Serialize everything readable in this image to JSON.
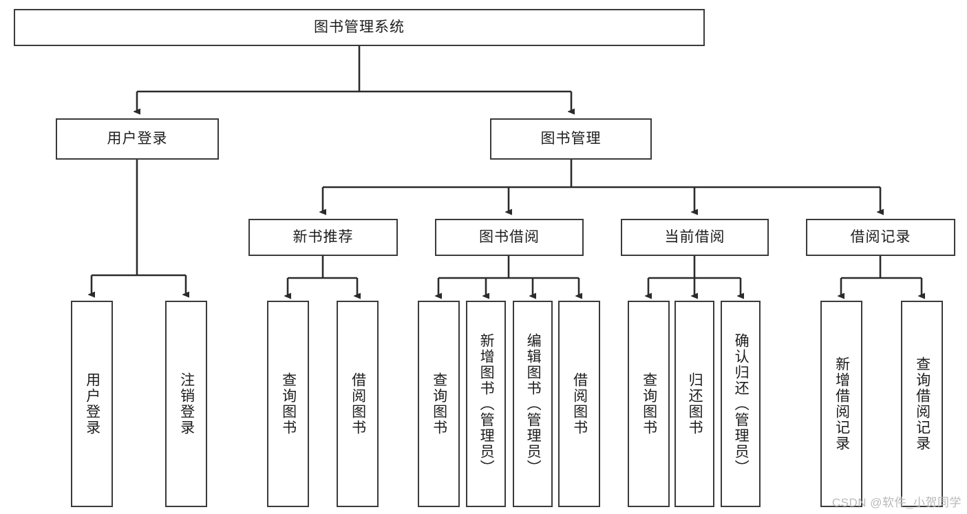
{
  "diagram": {
    "title": "图书管理系统",
    "watermark": "CSDN @软件_小贺同学",
    "colors": {
      "box_border": "#3a3a3a",
      "edge_line": "#2b2b2b",
      "text": "#1d1d1d",
      "background": "#ffffff",
      "watermark": "#b9b9b9"
    },
    "nodes": {
      "root": {
        "label": "图书管理系统",
        "orientation": "horizontal"
      },
      "user_login": {
        "label": "用户登录",
        "orientation": "horizontal"
      },
      "book_manage": {
        "label": "图书管理",
        "orientation": "horizontal"
      },
      "new_book_recommend": {
        "label": "新书推荐",
        "orientation": "horizontal"
      },
      "book_borrow": {
        "label": "图书借阅",
        "orientation": "horizontal"
      },
      "current_borrow": {
        "label": "当前借阅",
        "orientation": "horizontal"
      },
      "borrow_record": {
        "label": "借阅记录",
        "orientation": "horizontal"
      },
      "leaf_user_login": {
        "label": "用户登录",
        "orientation": "vertical"
      },
      "leaf_logout": {
        "label": "注销登录",
        "orientation": "vertical"
      },
      "leaf_query_book_1": {
        "label": "查询图书",
        "orientation": "vertical"
      },
      "leaf_borrow_book_1": {
        "label": "借阅图书",
        "orientation": "vertical"
      },
      "leaf_query_book_2": {
        "label": "查询图书",
        "orientation": "vertical"
      },
      "leaf_add_book": {
        "label": "新增图书（管理员）",
        "orientation": "vertical"
      },
      "leaf_edit_book": {
        "label": "编辑图书（管理员）",
        "orientation": "vertical"
      },
      "leaf_borrow_book_2": {
        "label": "借阅图书",
        "orientation": "vertical"
      },
      "leaf_query_book_3": {
        "label": "查询图书",
        "orientation": "vertical"
      },
      "leaf_return_book": {
        "label": "归还图书",
        "orientation": "vertical"
      },
      "leaf_confirm_return": {
        "label": "确认归还（管理员）",
        "orientation": "vertical"
      },
      "leaf_add_record": {
        "label": "新增借阅记录",
        "orientation": "vertical"
      },
      "leaf_query_record": {
        "label": "查询借阅记录",
        "orientation": "vertical"
      }
    },
    "hierarchy": [
      {
        "parent": "root",
        "children": [
          "user_login",
          "book_manage"
        ]
      },
      {
        "parent": "user_login",
        "children": [
          "leaf_user_login",
          "leaf_logout"
        ]
      },
      {
        "parent": "book_manage",
        "children": [
          "new_book_recommend",
          "book_borrow",
          "current_borrow",
          "borrow_record"
        ]
      },
      {
        "parent": "new_book_recommend",
        "children": [
          "leaf_query_book_1",
          "leaf_borrow_book_1"
        ]
      },
      {
        "parent": "book_borrow",
        "children": [
          "leaf_query_book_2",
          "leaf_add_book",
          "leaf_edit_book",
          "leaf_borrow_book_2"
        ]
      },
      {
        "parent": "current_borrow",
        "children": [
          "leaf_query_book_3",
          "leaf_return_book",
          "leaf_confirm_return"
        ]
      },
      {
        "parent": "borrow_record",
        "children": [
          "leaf_add_record",
          "leaf_query_record"
        ]
      }
    ]
  }
}
